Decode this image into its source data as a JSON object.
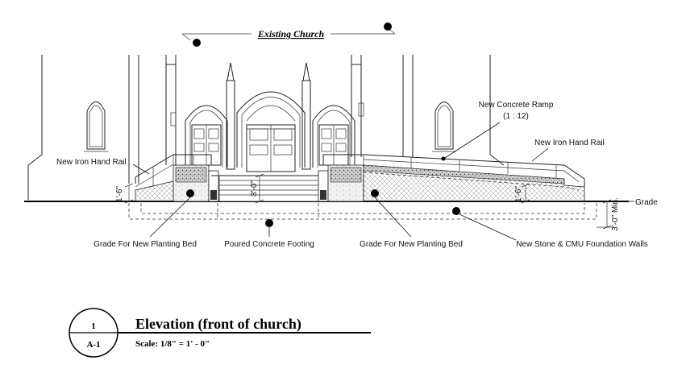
{
  "heading": "Existing Church",
  "labels": {
    "rail_left": "New Iron Hand Rail",
    "rail_right": "New Iron Hand Rail",
    "ramp": "New Concrete Ramp",
    "ramp_slope": "(1 : 12)",
    "grade": "Grade",
    "planting_left": "Grade For New Planting Bed",
    "footing": "Poured Concrete Footing",
    "planting_right": "Grade For New Planting Bed",
    "foundation": "New Stone & CMU Foundation Walls"
  },
  "dimensions": {
    "left_wall": "1'-6\"",
    "steps": "3'-0\"",
    "right_wall": "1'-6\"",
    "footing_depth": "3'-0\" Min."
  },
  "title_block": {
    "number": "1",
    "sheet": "A-1",
    "title": "Elevation  (front of church)",
    "scale": "Scale:  1/8\" = 1' - 0\""
  }
}
